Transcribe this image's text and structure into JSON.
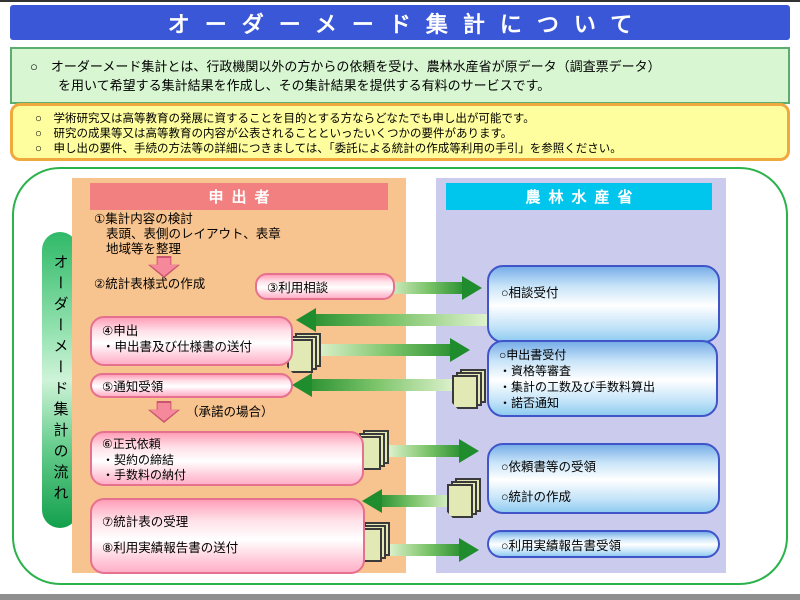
{
  "title": "オーダーメード集計について",
  "intro": {
    "line1": "○　オーダーメード集計とは、行政機関以外の方からの依頼を受け、農林水産省が原データ（調査票データ）",
    "line2": "を用いて希望する集計結果を作成し、その集計結果を提供する有料のサービスです。"
  },
  "notes": {
    "items": [
      "○　学術研究又は高等教育の発展に資することを目的とする方ならどなたでも申し出が可能です。",
      "○　研究の成果等又は高等教育の内容が公表されることといったいくつかの要件があります。",
      "○　申し出の要件、手続の方法等の詳細につきましては、「委託による統計の作成等利用の手引」を参照ください。"
    ]
  },
  "flow_label": "オーダーメード集計の流れ",
  "applicant": {
    "header": "申出者",
    "step1": {
      "l1": "①集計内容の検討",
      "l2": "表頭、表側のレイアウト、表章",
      "l3": "地域等を整理"
    },
    "step2": "②統計表様式の作成",
    "step3": "③利用相談",
    "step4": {
      "l1": "④申出",
      "l2": "・申出書及び仕様書の送付"
    },
    "step5": "⑤通知受領",
    "approval_note": "（承諾の場合）",
    "step6": {
      "l1": "⑥正式依頼",
      "l2": "・契約の締結",
      "l3": "・手数料の納付"
    },
    "step78": {
      "l1": "⑦統計表の受理",
      "l2": "⑧利用実績報告書の送付"
    }
  },
  "maff": {
    "header": "農林水産省",
    "box1": "○相談受付",
    "box2": {
      "l1": "○申出書受付",
      "l2": "・資格等審査",
      "l3": "・集計の工数及び手数料算出",
      "l4": "・諾否通知"
    },
    "box3": {
      "l1": "○依頼書等の受領",
      "l2": "○統計の作成"
    },
    "box4": "○利用実績報告書受領"
  },
  "icons": {
    "document-stack-icon": "stacked paper sheets (css shapes)",
    "green-arrow-right-icon": "→",
    "green-arrow-left-icon": "←",
    "pink-down-arrow-icon": "⬇"
  },
  "colors": {
    "title_bar": "#3a57d8",
    "intro_bg": "#d9f6d2",
    "intro_border": "#5bae6e",
    "notes_bg": "#fffe9e",
    "notes_border": "#f0a93c",
    "panel_border": "#2bb24b",
    "applicant_bg": "#f7c38e",
    "maff_bg": "#cbcbee",
    "applicant_header_bg": "#f38080",
    "maff_header_bg": "#00c6ee",
    "pink_box_border": "#e5718f",
    "blue_box_border": "#3f55c9",
    "arrow_green": "#1f8c2d"
  }
}
